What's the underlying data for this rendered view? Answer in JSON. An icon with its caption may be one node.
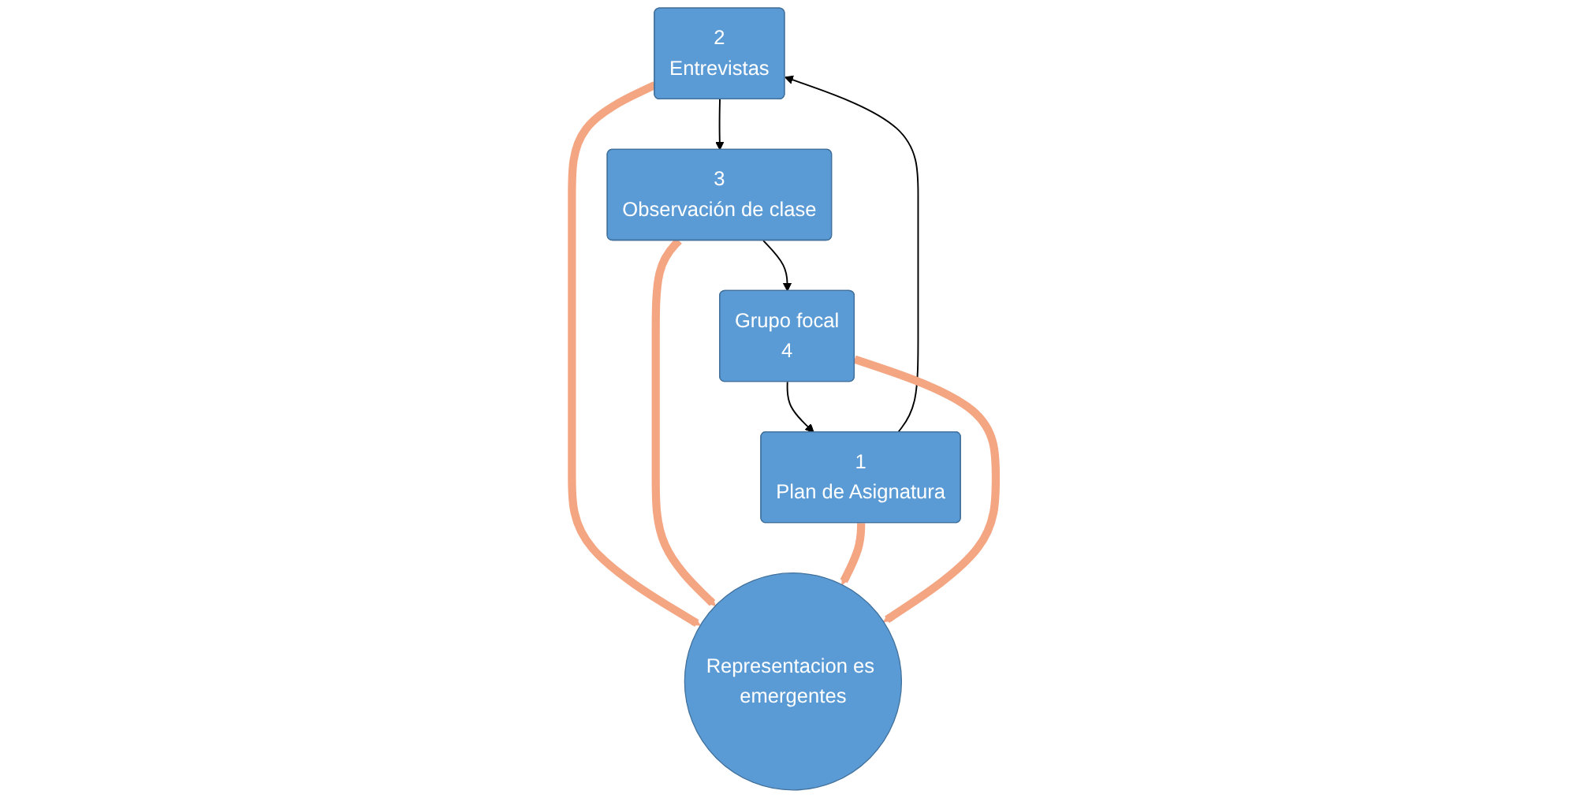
{
  "diagram": {
    "nodes": [
      {
        "text": [
          "2",
          "Entrevistas"
        ]
      },
      {
        "text": [
          "3",
          "Observación de clase"
        ]
      },
      {
        "text": [
          "Representacion es emergentes"
        ]
      },
      {
        "text": [
          "1",
          "Plan de Asignatura"
        ]
      },
      {
        "text": [
          "Grupo focal",
          "4"
        ]
      }
    ],
    "edges": [
      {
        "from": 3,
        "to": 0,
        "arrow": "to"
      },
      {
        "from": 0,
        "to": 1,
        "arrow": "to"
      },
      {
        "from": 1,
        "to": 4,
        "arrow": "to"
      },
      {
        "from": 4,
        "to": 3,
        "arrow": "to"
      },
      {
        "from": 0,
        "to": 2,
        "arrow": "to",
        "style": "thick",
        "color": "#f4a582"
      },
      {
        "from": 1,
        "to": 2,
        "arrow": "to",
        "style": "thick",
        "color": "#f4a582"
      },
      {
        "from": 3,
        "to": 2,
        "arrow": "to",
        "style": "thick",
        "color": "#f4a582"
      },
      {
        "from": 4,
        "to": 2,
        "arrow": "to",
        "style": "thick",
        "color": "#f4a582"
      }
    ]
  }
}
